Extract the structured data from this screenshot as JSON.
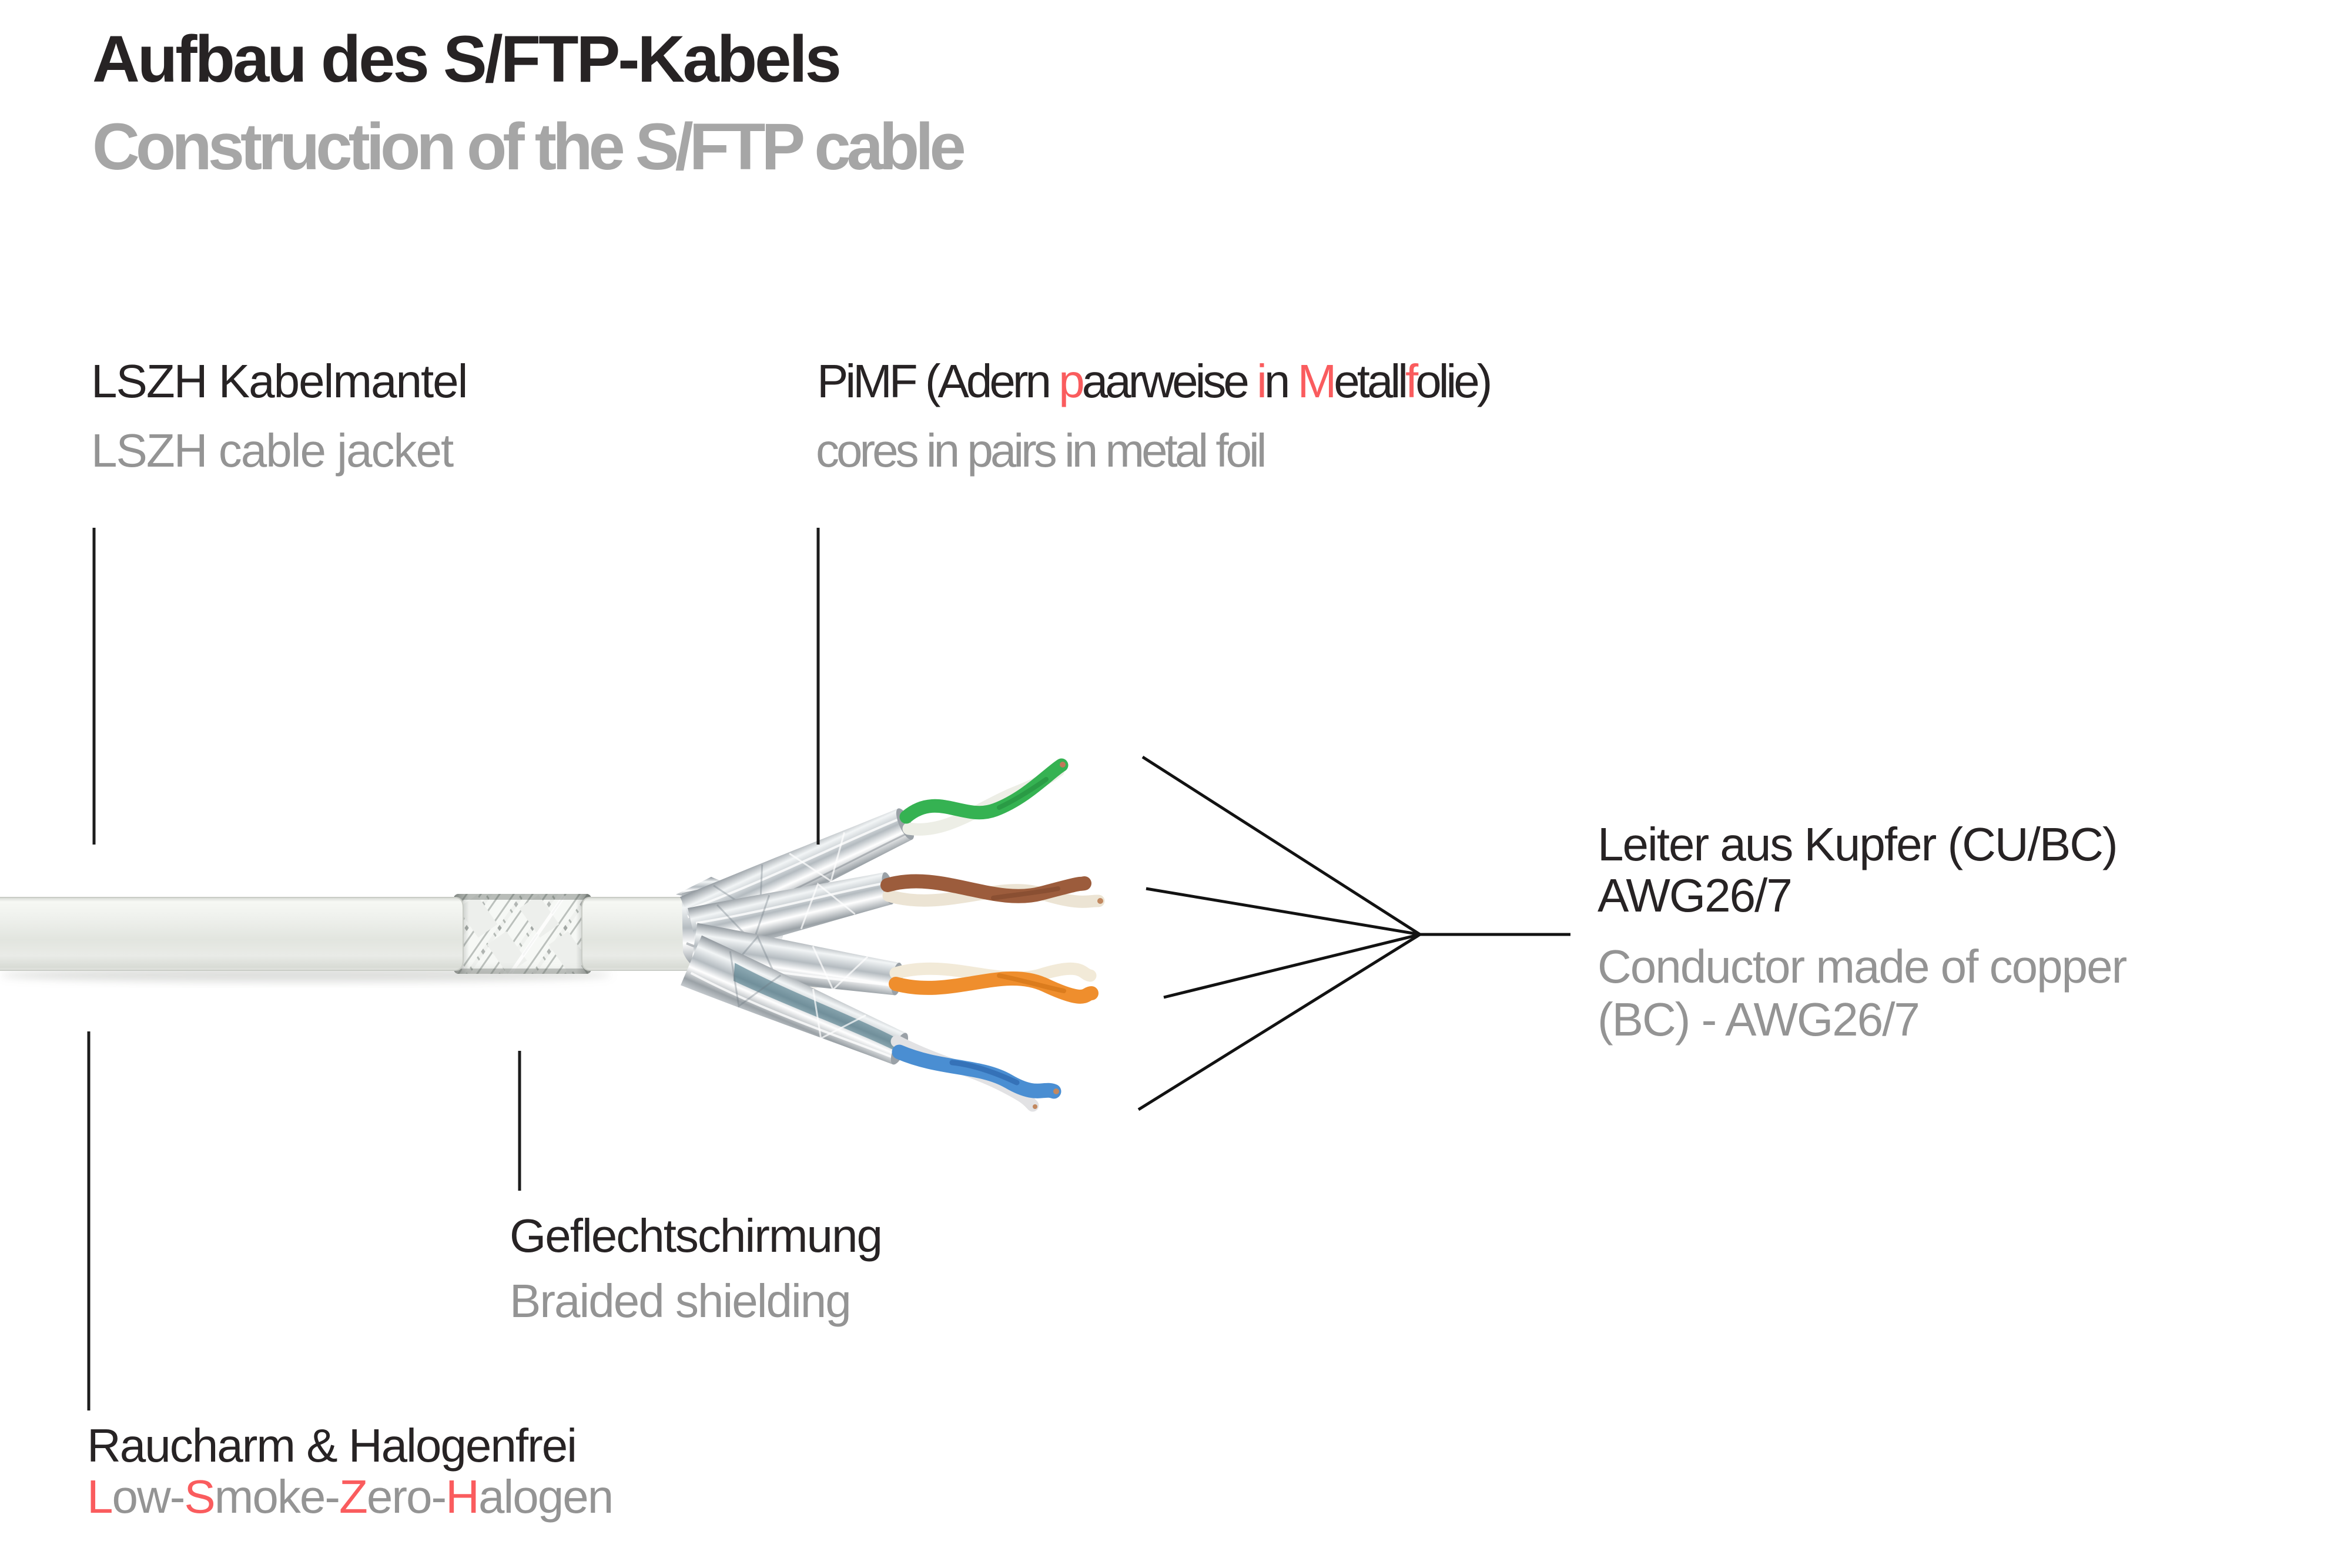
{
  "colors": {
    "text_black": "#272324",
    "text_gray": "#949494",
    "subtitle_gray": "#a6a6a6",
    "accent_red": "#fa5c5e",
    "line_black": "#1c1c1c",
    "jacket_white": "#eceee9",
    "braid_silver": "#f1f3f1",
    "foil_silver": "#d9dde0",
    "wire_green": "#35b252",
    "wire_brown": "#9c5c3c",
    "wire_orange": "#ef8e2d",
    "wire_blue": "#4a8ed2"
  },
  "title": {
    "de": "Aufbau des S/FTP-Kabels",
    "en": "Construction of the S/FTP cable"
  },
  "labels": {
    "jacket": {
      "de": "LSZH Kabelmantel",
      "en": "LSZH cable jacket"
    },
    "pimf": {
      "de_rich": [
        {
          "t": "PiMF (Adern ",
          "c": "k"
        },
        {
          "t": "p",
          "c": "r"
        },
        {
          "t": "aarweise ",
          "c": "k"
        },
        {
          "t": "i",
          "c": "r"
        },
        {
          "t": "n ",
          "c": "k"
        },
        {
          "t": "M",
          "c": "r"
        },
        {
          "t": "etall",
          "c": "k"
        },
        {
          "t": "f",
          "c": "r"
        },
        {
          "t": "olie)",
          "c": "k"
        }
      ],
      "en": "cores in pairs in metal foil"
    },
    "conductor": {
      "de_line1": "Leiter aus Kupfer (CU/BC)",
      "de_line2": "AWG26/7",
      "en_line1": "Conductor made of copper",
      "en_line2": "(BC) - AWG26/7"
    },
    "braid": {
      "de": "Geflechtschirmung",
      "en": "Braided shielding"
    },
    "lszh": {
      "de": "Raucharm & Halogenfrei",
      "en_rich": [
        {
          "t": "L",
          "c": "r"
        },
        {
          "t": "ow-",
          "c": "g"
        },
        {
          "t": "S",
          "c": "r"
        },
        {
          "t": "moke-",
          "c": "g"
        },
        {
          "t": "Z",
          "c": "r"
        },
        {
          "t": "ero-",
          "c": "g"
        },
        {
          "t": "H",
          "c": "r"
        },
        {
          "t": "alogen",
          "c": "g"
        }
      ]
    }
  },
  "cable": {
    "pair_colors": [
      "green",
      "brown",
      "orange",
      "blue"
    ],
    "parts": [
      "LSZH jacket",
      "braided shielding",
      "foil-wrapped pairs",
      "copper conductors"
    ]
  }
}
